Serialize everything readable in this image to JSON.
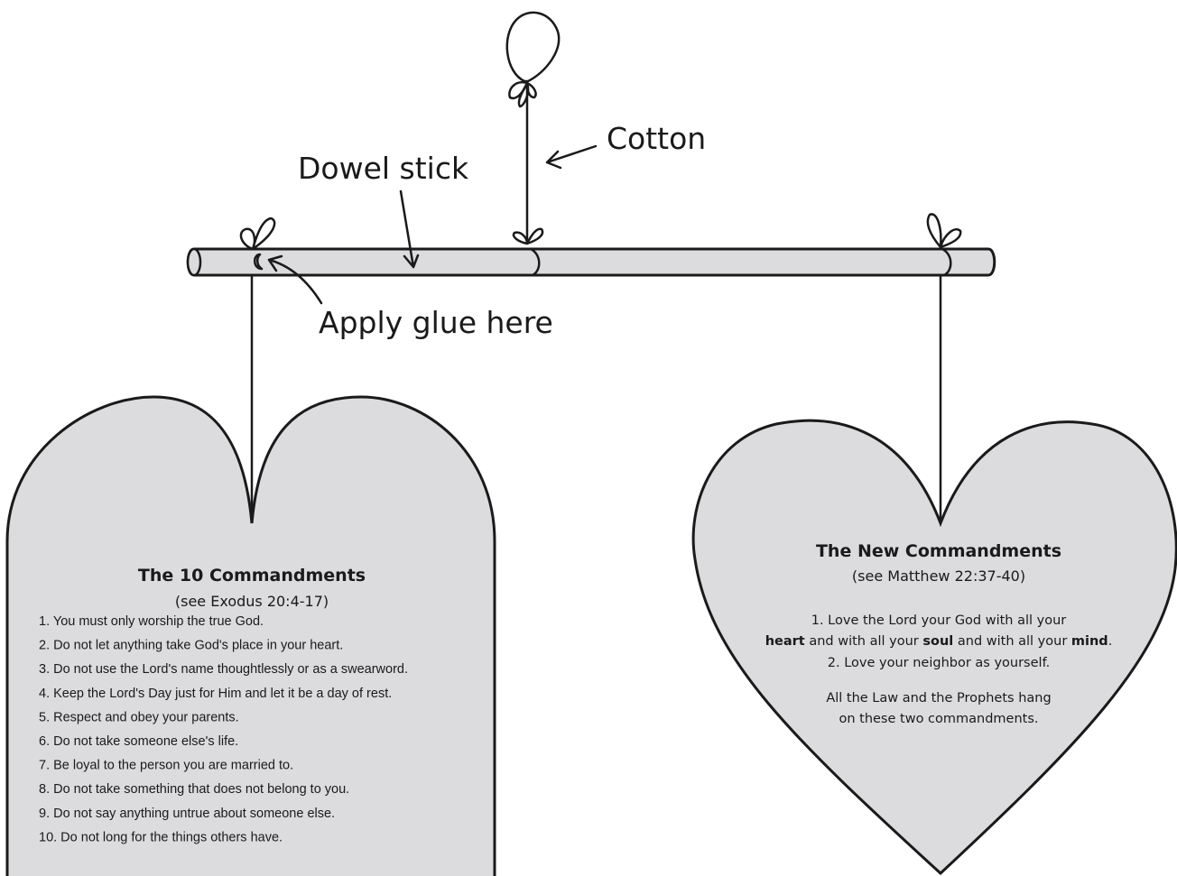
{
  "labels": {
    "dowel": "Dowel stick",
    "cotton": "Cotton",
    "glue": "Apply glue here"
  },
  "tablet": {
    "title": "The 10 Commandments",
    "reference": "(see Exodus 20:4-17)",
    "items": [
      "1. You must only worship the true God.",
      "2. Do not let anything take God's place in your heart.",
      "3. Do not use the Lord's name thoughtlessly or as a swearword.",
      "4. Keep the Lord's Day just for Him and let it be a day of rest.",
      "5. Respect and obey your parents.",
      "6. Do not take someone else's life.",
      "7. Be loyal to the person you are married to.",
      "8. Do not take something that does not belong to you.",
      "9. Do not say anything untrue about someone else.",
      "10.  Do  not long for the things others have."
    ]
  },
  "heart": {
    "title": "The New Commandments",
    "reference": "(see Matthew 22:37-40)",
    "line1": "1. Love the Lord your God with all your",
    "line2": {
      "w1": "heart",
      "t1": " and with all your ",
      "w2": "soul",
      "t2": "  and with all your ",
      "w3": "mind",
      "t3": "."
    },
    "line3": "2. Love your neighbor as yourself.",
    "closing1": "All the Law and the Prophets hang",
    "closing2": "on these two commandments."
  },
  "colors": {
    "fill": "#dcdcdf",
    "stroke": "#1a1a1a",
    "background": "#ffffff"
  }
}
